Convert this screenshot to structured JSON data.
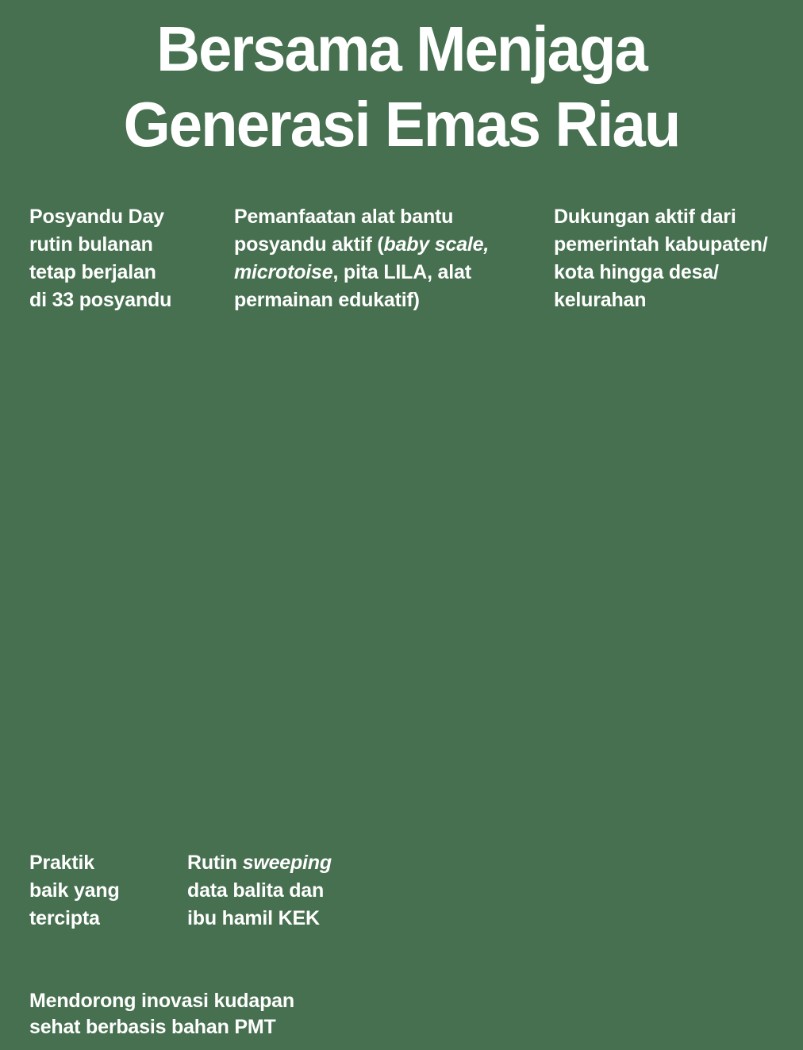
{
  "page": {
    "background_color": "#46704F",
    "text_color": "#FFFFFF"
  },
  "title": {
    "line1": "Bersama Menjaga",
    "line2": "Generasi Emas Riau"
  },
  "notes": {
    "posyandu_day": [
      [
        {
          "t": "Posyandu Day"
        }
      ],
      [
        {
          "t": "rutin bulanan"
        }
      ],
      [
        {
          "t": "tetap berjalan"
        }
      ],
      [
        {
          "t": "di 33 posyandu"
        }
      ]
    ],
    "alat_bantu": [
      [
        {
          "t": "Pemanfaatan alat bantu"
        }
      ],
      [
        {
          "t": "posyandu aktif ("
        },
        {
          "t": "baby scale,",
          "i": true
        }
      ],
      [
        {
          "t": "microtoise",
          "i": true
        },
        {
          "t": ", pita LILA, alat"
        }
      ],
      [
        {
          "t": "permainan edukatif)"
        }
      ]
    ],
    "dukungan_pemerintah": [
      [
        {
          "t": "Dukungan aktif dari"
        }
      ],
      [
        {
          "t": "pemerintah kabupaten/"
        }
      ],
      [
        {
          "t": "kota hingga desa/"
        }
      ],
      [
        {
          "t": "kelurahan"
        }
      ]
    ],
    "praktik_baik": [
      [
        {
          "t": "Praktik"
        }
      ],
      [
        {
          "t": "baik yang"
        }
      ],
      [
        {
          "t": "tercipta"
        }
      ]
    ],
    "rutin_sweeping": [
      [
        {
          "t": "Rutin "
        },
        {
          "t": "sweeping",
          "i": true
        }
      ],
      [
        {
          "t": "data balita dan"
        }
      ],
      [
        {
          "t": "ibu hamil KEK"
        }
      ]
    ],
    "inovasi_kudapan": [
      [
        {
          "t": "Mendorong inovasi kudapan"
        }
      ],
      [
        {
          "t": "sehat berbasis bahan PMT"
        }
      ]
    ]
  }
}
